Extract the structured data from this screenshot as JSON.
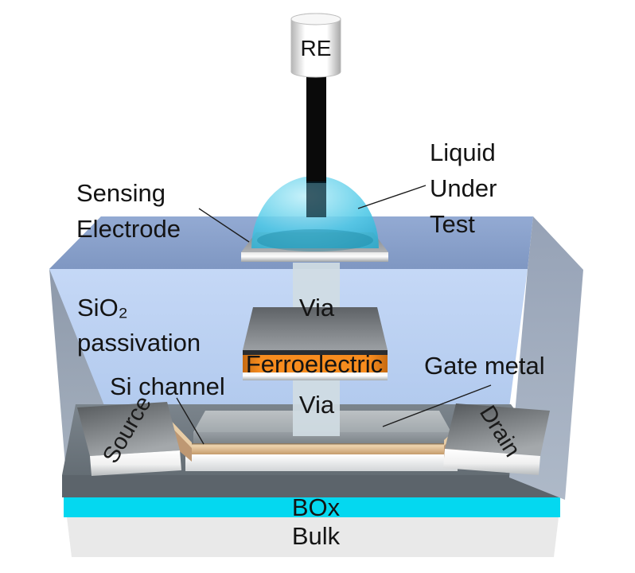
{
  "diagram": {
    "description": "3D cutaway schematic of a ferroelectric FET liquid sensor",
    "labels": {
      "re": "RE",
      "liquid": {
        "line1": "Liquid",
        "line2": "Under",
        "line3": "Test"
      },
      "sensing": {
        "line1": "Sensing",
        "line2": "Electrode"
      },
      "passivation": {
        "line1": "SiO₂",
        "line2": "passivation"
      },
      "si_channel": "Si channel",
      "via_upper": "Via",
      "via_lower": "Via",
      "ferroelectric": "Ferroelectric",
      "gate_metal": "Gate metal",
      "source": "Source",
      "drain": "Drain",
      "box_oxide": "BOx",
      "bulk": "Bulk"
    },
    "colors": {
      "liquid_drop": "#45C6E4",
      "passivation_front": "#BCD2F3",
      "passivation_top": "#8CA3CD",
      "ferroelectric_layer": "#F6841C",
      "buried_oxide_cyan": "#04D8F0",
      "bulk_gray": "#E9E9E9",
      "substrate_gray": "#636B72",
      "silicon_channel_tan": "#D3B185",
      "metal_gray": "#8F9498",
      "reference_electrode_body": "#F5F5F5",
      "electrode_rod_black": "#0A0A0A"
    }
  }
}
